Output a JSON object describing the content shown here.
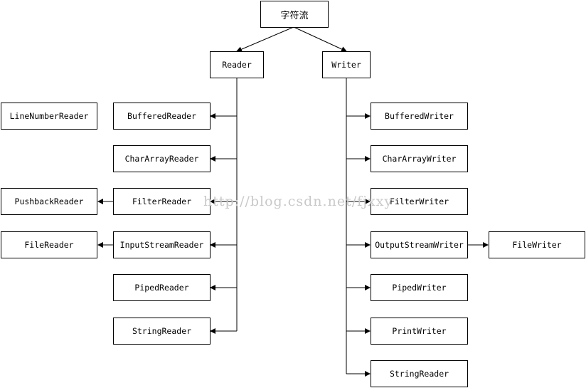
{
  "root": "字符流",
  "reader": {
    "label": "Reader",
    "children": [
      "BufferedReader",
      "CharArrayReader",
      "FilterReader",
      "InputStreamReader",
      "PipedReader",
      "StringReader"
    ],
    "grandchildren": {
      "buffered": "LineNumberReader",
      "filter": "PushbackReader",
      "inputstream": "FileReader"
    }
  },
  "writer": {
    "label": "Writer",
    "children": [
      "BufferedWriter",
      "CharArrayWriter",
      "FilterWriter",
      "OutputStreamWriter",
      "PipedWriter",
      "PrintWriter",
      "StringReader"
    ],
    "grandchildren": {
      "outputstream": "FileWriter"
    }
  },
  "watermark": "http://blog.csdn.net/fjxxy"
}
